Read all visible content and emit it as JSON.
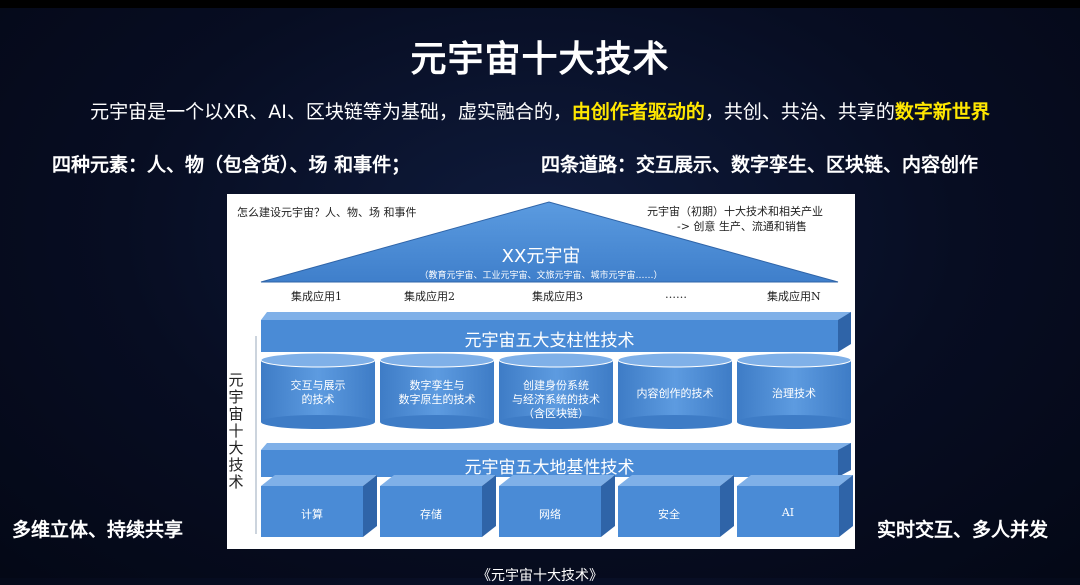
{
  "title": "元宇宙十大技术",
  "subtitle": {
    "part1": "元宇宙是一个以XR、AI、区块链等为基础，虚实融合的，",
    "highlight1": "由创作者驱动的",
    "part2": "，共创、共治、共享的",
    "highlight2": "数字新世界"
  },
  "elements_line": "四种元素：人、物（包含货）、场 和事件；",
  "roads_line": "四条道路：交互展示、数字孪生、区块链、内容创作",
  "left_tagline": "多维立体、持续共享",
  "right_tagline": "实时交互、多人并发",
  "caption": "《元宇宙十大技术》",
  "diagram": {
    "question_left": "怎么建设元宇宙？人、物、场 和事件",
    "note_right_line1": "元宇宙（初期）十大技术和相关产业",
    "note_right_line2": "-> 创意 生产、流通和销售",
    "roof_title": "XX元宇宙",
    "roof_subtitle": "（教育元宇宙、工业元宇宙、文旅元宇宙、城市元宇宙……）",
    "apps": [
      "集成应用1",
      "集成应用2",
      "集成应用3",
      "……",
      "集成应用N"
    ],
    "pillar_band": "元宇宙五大支柱性技术",
    "pillars": [
      {
        "line1": "交互与展示",
        "line2": "的技术",
        "line3": ""
      },
      {
        "line1": "数字孪生与",
        "line2": "数字原生的技术",
        "line3": ""
      },
      {
        "line1": "创建身份系统",
        "line2": "与经济系统的技术",
        "line3": "（含区块链）"
      },
      {
        "line1": "内容创作的技术",
        "line2": "",
        "line3": ""
      },
      {
        "line1": "治理技术",
        "line2": "",
        "line3": ""
      }
    ],
    "base_band": "元宇宙五大地基性技术",
    "bases": [
      "计算",
      "存储",
      "网络",
      "安全",
      "AI"
    ],
    "vertical_label": [
      "元",
      "宇",
      "宙",
      "十",
      "大",
      "技",
      "术"
    ],
    "colors": {
      "blue": "#4a8bd6",
      "blue_dark": "#2f64a8",
      "blue_top": "#7fb0e8",
      "accent_yellow": "#ffe700"
    }
  }
}
